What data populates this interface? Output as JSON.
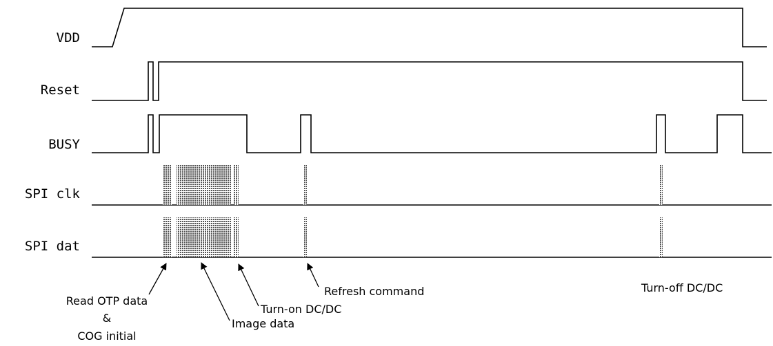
{
  "signals": [
    {
      "id": "vdd",
      "label": "VDD"
    },
    {
      "id": "reset",
      "label": "Reset"
    },
    {
      "id": "busy",
      "label": "BUSY"
    },
    {
      "id": "spi-clk",
      "label": "SPI clk"
    },
    {
      "id": "spi-dat",
      "label": "SPI dat"
    }
  ],
  "annotations": {
    "read_otp_line1": "Read OTP data",
    "read_otp_line2": "&",
    "read_otp_line3": "COG initial",
    "image_data": "Image data",
    "turn_on": "Turn-on DC/DC",
    "refresh": "Refresh command",
    "turn_off": "Turn-off DC/DC"
  },
  "colors": {
    "line": "#000000",
    "spi_block_fill": "#7a7a7a",
    "background": "#ffffff"
  }
}
